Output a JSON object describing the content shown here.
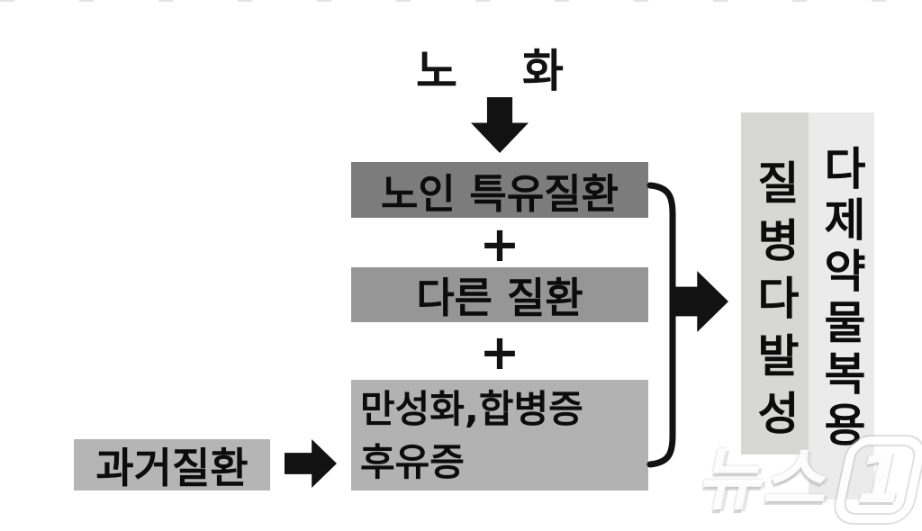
{
  "diagram": {
    "title": "노화",
    "boxes": {
      "elderly": "노인 특유질환",
      "other": "다른 질환",
      "chronic_line1": "만성화,합병증",
      "chronic_line2": "후유증",
      "past": "과거질환"
    },
    "operators": {
      "plus1": "+",
      "plus2": "+"
    },
    "outcomes": {
      "multimorbidity": "질병다발성",
      "polypharmacy": "다제약물복용"
    }
  },
  "watermark": {
    "brand": "뉴스",
    "digit": "1"
  },
  "colors": {
    "box_elderly_bg": "#7c7c7c",
    "box_other_bg": "#969696",
    "box_chronic_bg": "#b2b2b2",
    "box_past_bg": "#b5b5b5",
    "column_multimorbidity_bg": "#d7d7d6",
    "column_polypharmacy_bg": "#ecebeb",
    "ink": "#121212",
    "background": "#ffffff"
  }
}
